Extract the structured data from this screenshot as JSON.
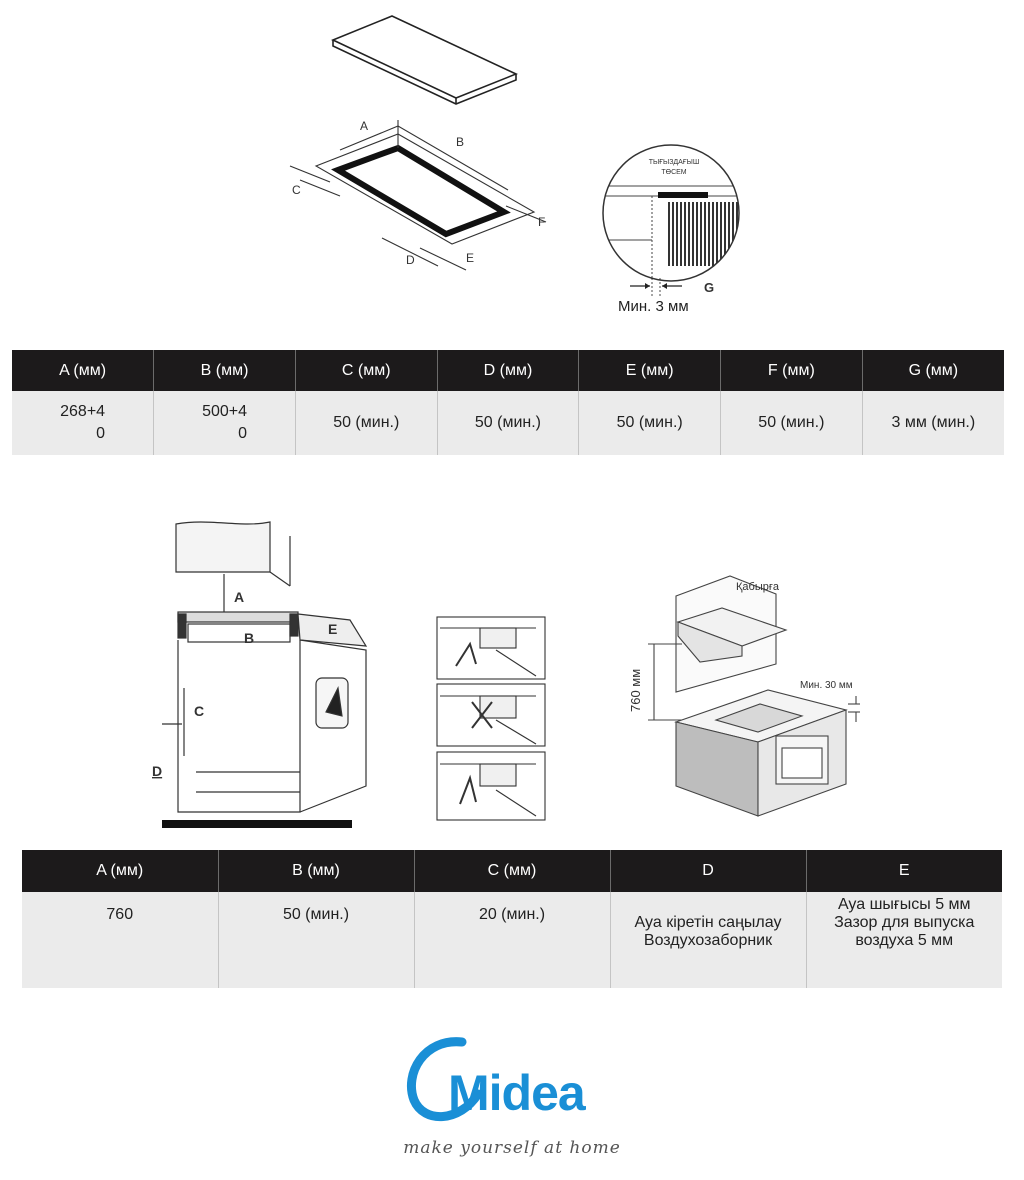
{
  "top_diagram": {
    "labels": {
      "a": "A",
      "b": "B",
      "c": "C",
      "d": "D",
      "e": "E",
      "f": "F"
    }
  },
  "seal_detail": {
    "seal_label_line1": "ТЫҒЫЗДАҒЫШ",
    "seal_label_line2": "ТӨСЕМ",
    "g_label": "G",
    "min_label": "Мин. 3 мм"
  },
  "table1": {
    "headers": [
      "A (мм)",
      "B (мм)",
      "C (мм)",
      "D (мм)",
      "E (мм)",
      "F (мм)",
      "G (мм)"
    ],
    "a_value": {
      "main": "268+4",
      "sub": "0"
    },
    "b_value": {
      "main": "500+4",
      "sub": "0"
    },
    "c_value": "50 (мин.)",
    "d_value": "50 (мин.)",
    "e_value": "50 (мин.)",
    "f_value": "50 (мин.)",
    "g_value": "3 мм (мин.)"
  },
  "cabinet_diagram": {
    "labels": {
      "a": "A",
      "b": "B",
      "c": "C",
      "d": "D",
      "e": "E"
    }
  },
  "kitchen_diagram": {
    "wall_label": "Қабырға",
    "height_label": "760 мм",
    "min_gap_label": "Мин. 30 мм"
  },
  "table2": {
    "headers": [
      "A (мм)",
      "B (мм)",
      "C (мм)",
      "D",
      "E"
    ],
    "a_value": "760",
    "b_value": "50 (мин.)",
    "c_value": "20 (мин.)",
    "d_value": [
      "Ауа кіретін саңылау",
      "Воздухозаборник"
    ],
    "e_value": [
      "Ауа шығысы 5 мм",
      "Зазор для выпуска",
      "воздуха 5 мм"
    ]
  },
  "brand": {
    "name": "Midea",
    "tagline": "make yourself at home",
    "color": "#1a8fd6"
  }
}
